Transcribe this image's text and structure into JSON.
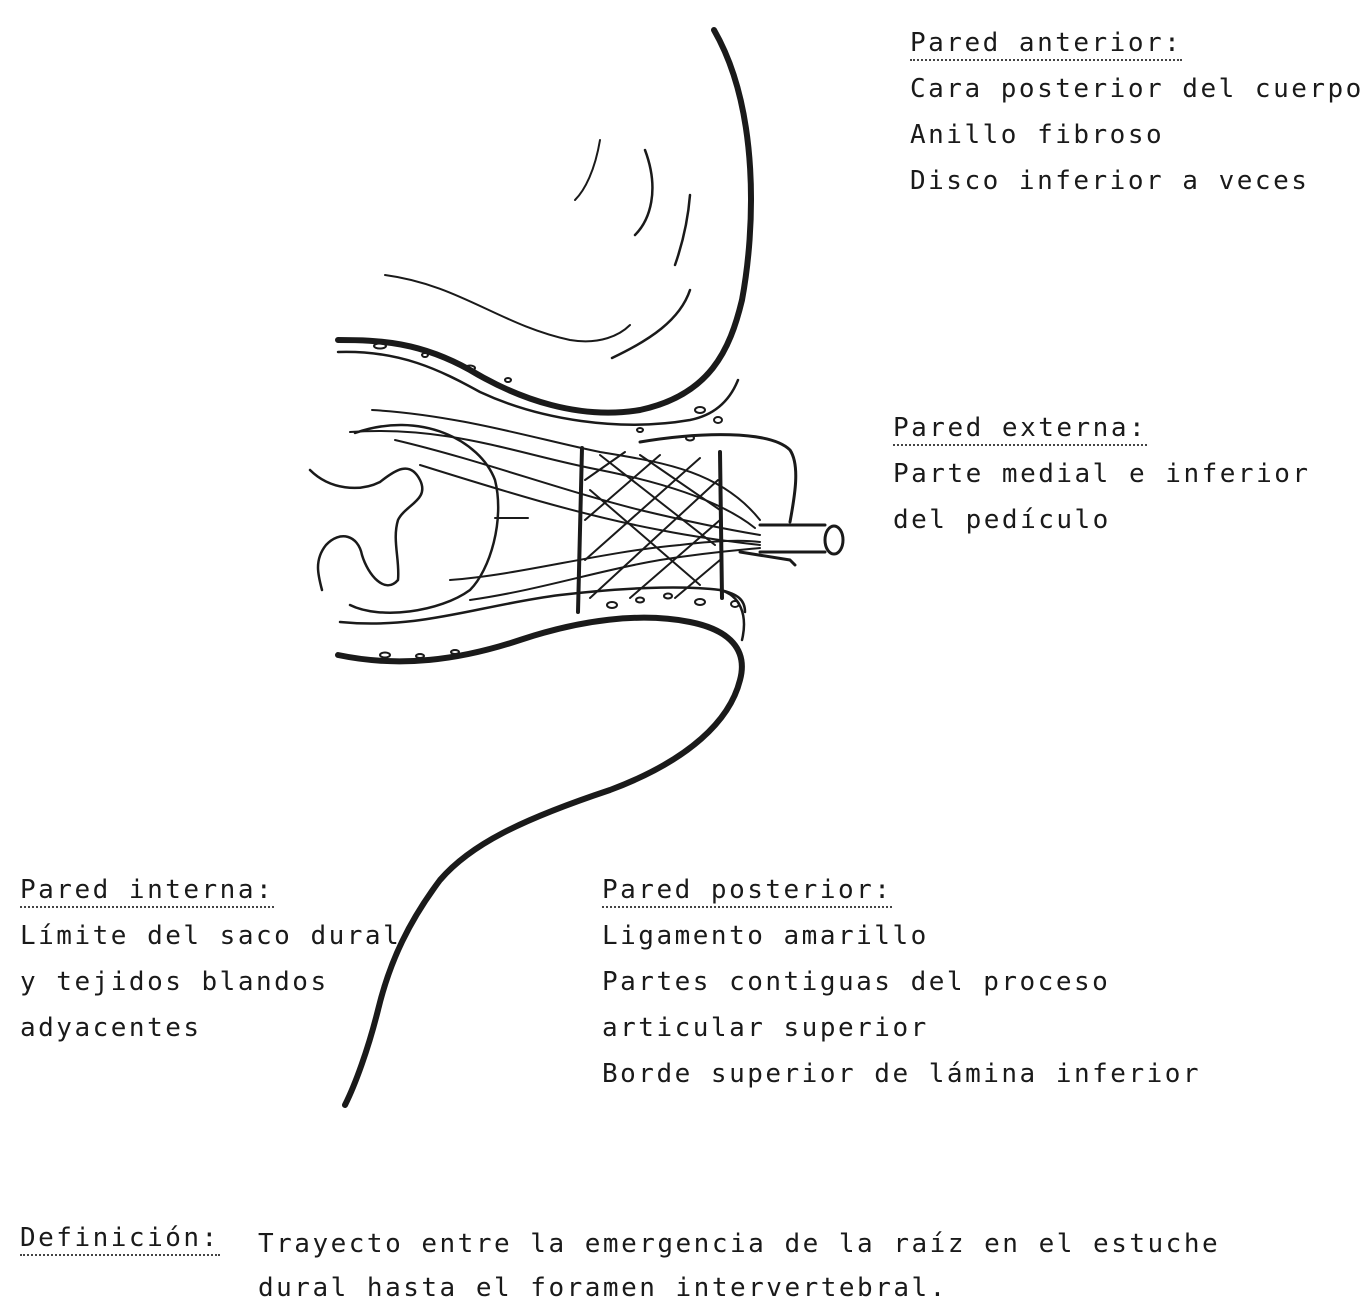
{
  "labels": {
    "anterior": {
      "heading": "Pared anterior:",
      "lines": [
        "Cara posterior del cuerpo",
        "Anillo fibroso",
        "Disco inferior a veces"
      ]
    },
    "externa": {
      "heading": "Pared externa:",
      "lines": [
        "Parte medial e inferior",
        "del pedículo"
      ]
    },
    "interna": {
      "heading": "Pared interna:",
      "lines": [
        "Límite del saco dural",
        "y tejidos blandos",
        "adyacentes"
      ]
    },
    "posterior": {
      "heading": "Pared posterior:",
      "lines": [
        "Ligamento amarillo",
        "Partes contiguas del proceso",
        "articular superior",
        "Borde superior de lámina inferior"
      ]
    }
  },
  "definition": {
    "term": "Definición:",
    "text_lines": [
      "Trayecto entre la emergencia de la raíz en el estuche",
      "dural hasta el foramen intervertebral."
    ]
  },
  "colors": {
    "ink": "#1a1a1a",
    "background": "#ffffff"
  }
}
